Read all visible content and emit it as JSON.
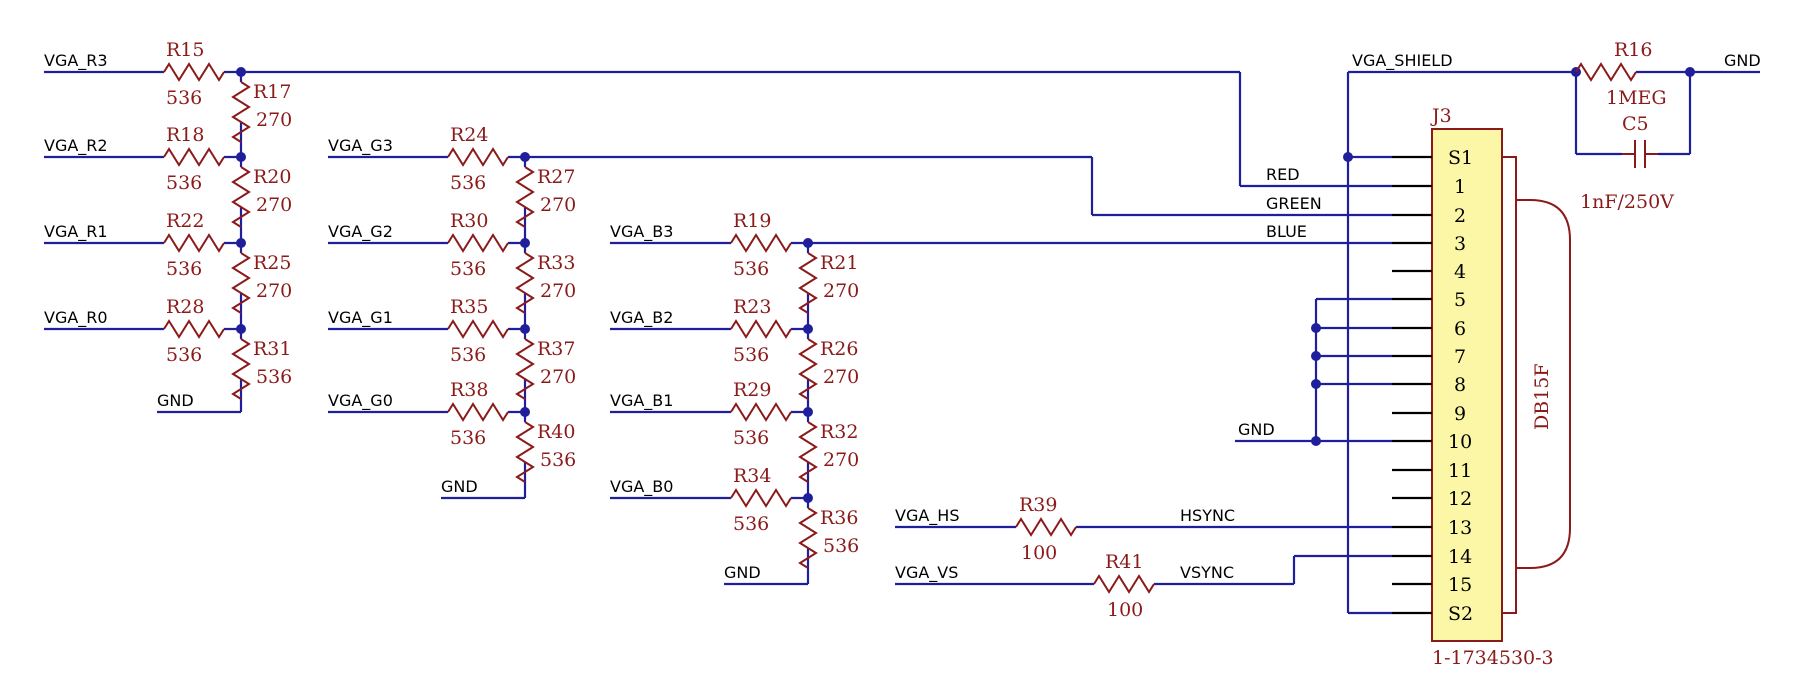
{
  "nets": {
    "vga_r3": "VGA_R3",
    "vga_r2": "VGA_R2",
    "vga_r1": "VGA_R1",
    "vga_r0": "VGA_R0",
    "vga_g3": "VGA_G3",
    "vga_g2": "VGA_G2",
    "vga_g1": "VGA_G1",
    "vga_g0": "VGA_G0",
    "vga_b3": "VGA_B3",
    "vga_b2": "VGA_B2",
    "vga_b1": "VGA_B1",
    "vga_b0": "VGA_B0",
    "vga_hs": "VGA_HS",
    "vga_vs": "VGA_VS",
    "vga_shield": "VGA_SHIELD",
    "gnd": "GND",
    "red": "RED",
    "green": "GREEN",
    "blue": "BLUE",
    "hsync": "HSYNC",
    "vsync": "VSYNC"
  },
  "resistors": {
    "R15": {
      "ref": "R15",
      "value": "536"
    },
    "R17": {
      "ref": "R17",
      "value": "270"
    },
    "R18": {
      "ref": "R18",
      "value": "536"
    },
    "R20": {
      "ref": "R20",
      "value": "270"
    },
    "R22": {
      "ref": "R22",
      "value": "536"
    },
    "R25": {
      "ref": "R25",
      "value": "270"
    },
    "R28": {
      "ref": "R28",
      "value": "536"
    },
    "R31": {
      "ref": "R31",
      "value": "536"
    },
    "R24": {
      "ref": "R24",
      "value": "536"
    },
    "R27": {
      "ref": "R27",
      "value": "270"
    },
    "R30": {
      "ref": "R30",
      "value": "536"
    },
    "R33": {
      "ref": "R33",
      "value": "270"
    },
    "R35": {
      "ref": "R35",
      "value": "536"
    },
    "R37": {
      "ref": "R37",
      "value": "270"
    },
    "R38": {
      "ref": "R38",
      "value": "536"
    },
    "R40": {
      "ref": "R40",
      "value": "536"
    },
    "R19": {
      "ref": "R19",
      "value": "536"
    },
    "R21": {
      "ref": "R21",
      "value": "270"
    },
    "R23": {
      "ref": "R23",
      "value": "536"
    },
    "R26": {
      "ref": "R26",
      "value": "270"
    },
    "R29": {
      "ref": "R29",
      "value": "536"
    },
    "R32": {
      "ref": "R32",
      "value": "270"
    },
    "R34": {
      "ref": "R34",
      "value": "536"
    },
    "R36": {
      "ref": "R36",
      "value": "536"
    },
    "R39": {
      "ref": "R39",
      "value": "100"
    },
    "R41": {
      "ref": "R41",
      "value": "100"
    },
    "R16": {
      "ref": "R16",
      "value": "1MEG"
    }
  },
  "capacitor": {
    "ref": "C5",
    "value": "1nF/250V"
  },
  "connector": {
    "ref": "J3",
    "part": "1-1734530-3",
    "type": "DB15F",
    "pins": [
      "S1",
      "1",
      "2",
      "3",
      "4",
      "5",
      "6",
      "7",
      "8",
      "9",
      "10",
      "11",
      "12",
      "13",
      "14",
      "15",
      "S2"
    ]
  },
  "colors": {
    "wire": "#1f1f9c",
    "component": "#8b1a1a",
    "connector_fill": "#fbf7a6",
    "text": "#000000"
  }
}
